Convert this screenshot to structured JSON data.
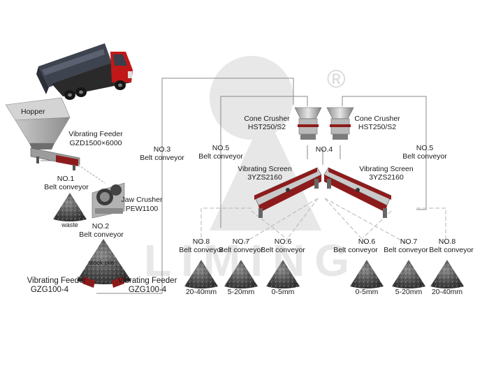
{
  "watermark": {
    "brand": "LIMING",
    "registered_mark": "®"
  },
  "hopper": {
    "label": "Hopper"
  },
  "primary_feeder": {
    "name": "Vibrating Feeder",
    "model": "GZD1500×6000"
  },
  "belt_no1": {
    "no": "NO.1",
    "name": "Belt conveyor"
  },
  "waste": {
    "label": "waste"
  },
  "jaw_crusher": {
    "name": "Jaw Crusher",
    "model": "PEW1100"
  },
  "belt_no2": {
    "no": "NO.2",
    "name": "Belt conveyor"
  },
  "stock_pile": {
    "label": "stock pile"
  },
  "feeder_left": {
    "name": "Vibrating Feeder",
    "model": "GZG100-4"
  },
  "feeder_right": {
    "name": "Vibrating Feeder",
    "model": "GZG100-4"
  },
  "belt_no3": {
    "no": "NO.3",
    "name": "Belt conveyor"
  },
  "belt_no4": {
    "no": "NO.4"
  },
  "belt_no5_left": {
    "no": "NO.5",
    "name": "Belt conveyor"
  },
  "belt_no5_right": {
    "no": "NO.5",
    "name": "Belt conveyor"
  },
  "cone_left": {
    "name": "Cone Crusher",
    "model": "HST250/S2"
  },
  "cone_right": {
    "name": "Cone Crusher",
    "model": "HST250/S2"
  },
  "screen_left": {
    "name": "Vibrating Screen",
    "model": "3YZS2160"
  },
  "screen_right": {
    "name": "Vibrating Screen",
    "model": "3YZS2160"
  },
  "outputs": [
    {
      "no": "NO.8",
      "belt": "Belt conveyor",
      "size": "20-40mm"
    },
    {
      "no": "NO.7",
      "belt": "Belt conveyor",
      "size": "5-20mm"
    },
    {
      "no": "NO.6",
      "belt": "Belt conveyor",
      "size": "0-5mm"
    },
    {
      "no": "NO.6",
      "belt": "Belt conveyor",
      "size": "0-5mm"
    },
    {
      "no": "NO.7",
      "belt": "Belt conveyor",
      "size": "5-20mm"
    },
    {
      "no": "NO.8",
      "belt": "Belt conveyor",
      "size": "20-40mm"
    }
  ],
  "colors": {
    "frame_red": "#8e1b1b",
    "machine_grey": "#9a9a9a",
    "line_grey": "#8a8a8a",
    "truck_red": "#c01818"
  }
}
